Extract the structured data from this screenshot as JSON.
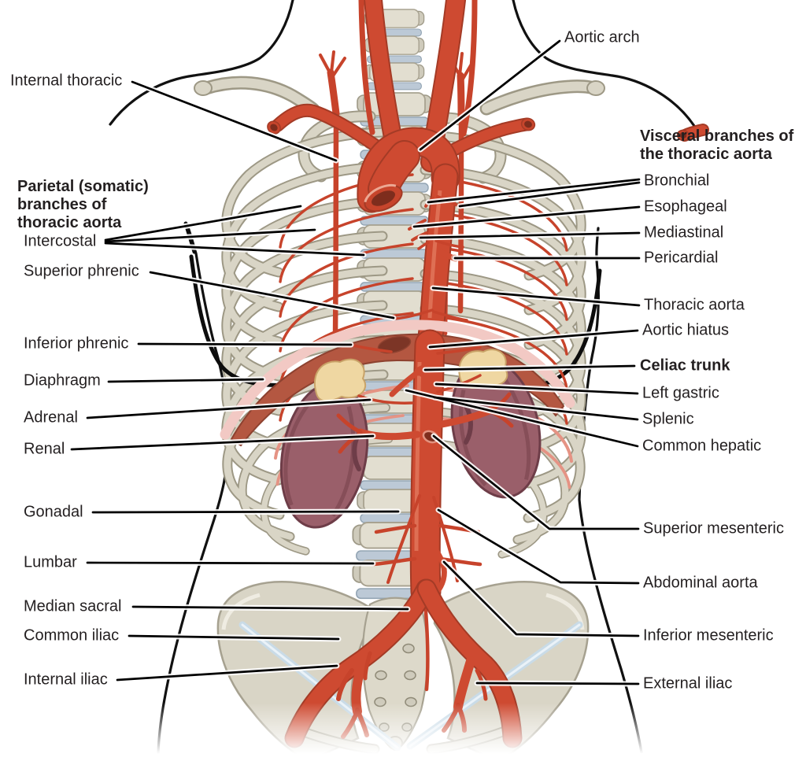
{
  "figure": {
    "kind": "anatomical-diagram",
    "labels": {
      "left": [
        {
          "id": "internal-thoracic",
          "text": "Internal thoracic"
        },
        {
          "id": "parietal-branches-heading",
          "bold": true,
          "lines": [
            "Parietal (somatic)",
            "branches of",
            "thoracic aorta"
          ]
        },
        {
          "id": "intercostal",
          "text": "Intercostal"
        },
        {
          "id": "superior-phrenic",
          "text": "Superior phrenic"
        },
        {
          "id": "inferior-phrenic",
          "text": "Inferior phrenic"
        },
        {
          "id": "diaphragm",
          "text": "Diaphragm"
        },
        {
          "id": "adrenal",
          "text": "Adrenal"
        },
        {
          "id": "renal",
          "text": "Renal"
        },
        {
          "id": "gonadal",
          "text": "Gonadal"
        },
        {
          "id": "lumbar",
          "text": "Lumbar"
        },
        {
          "id": "median-sacral",
          "text": "Median sacral"
        },
        {
          "id": "common-iliac",
          "text": "Common iliac"
        },
        {
          "id": "internal-iliac",
          "text": "Internal iliac"
        }
      ],
      "right": [
        {
          "id": "aortic-arch",
          "text": "Aortic arch"
        },
        {
          "id": "visceral-branches-heading",
          "bold": true,
          "lines": [
            "Visceral branches of",
            "the thoracic aorta"
          ]
        },
        {
          "id": "bronchial",
          "text": "Bronchial"
        },
        {
          "id": "esophageal",
          "text": "Esophageal"
        },
        {
          "id": "mediastinal",
          "text": "Mediastinal"
        },
        {
          "id": "pericardial",
          "text": "Pericardial"
        },
        {
          "id": "thoracic-aorta",
          "text": "Thoracic aorta"
        },
        {
          "id": "aortic-hiatus",
          "text": "Aortic hiatus"
        },
        {
          "id": "celiac-trunk",
          "text": "Celiac trunk",
          "bold": true
        },
        {
          "id": "left-gastric",
          "text": "Left gastric"
        },
        {
          "id": "splenic",
          "text": "Splenic"
        },
        {
          "id": "common-hepatic",
          "text": "Common hepatic"
        },
        {
          "id": "superior-mesenteric",
          "text": "Superior mesenteric"
        },
        {
          "id": "abdominal-aorta",
          "text": "Abdominal aorta"
        },
        {
          "id": "inferior-mesenteric",
          "text": "Inferior mesenteric"
        },
        {
          "id": "external-iliac",
          "text": "External iliac"
        }
      ]
    },
    "colors": {
      "artery": "#CE4A31",
      "artery_dark": "#A43B26",
      "artery_small": "#C7432B",
      "artery_lumen": "#7E2D1D",
      "bone": "#D9D5C6",
      "bone_outline": "#9D9885",
      "vertebra": "#E2DED0",
      "disc": "#BCC9D6",
      "kidney": "#9A5F6A",
      "kidney_outline": "#6E3D48",
      "adrenal": "#EFD7A2",
      "diaphragm_dome": "#B45741",
      "diaphragm_band": "#F2C9C4",
      "hiatus": "#7C3526",
      "ligament": "#C9DBE7",
      "outline": "#111111",
      "label_text": "#231F20",
      "background": "#FFFFFF"
    }
  }
}
